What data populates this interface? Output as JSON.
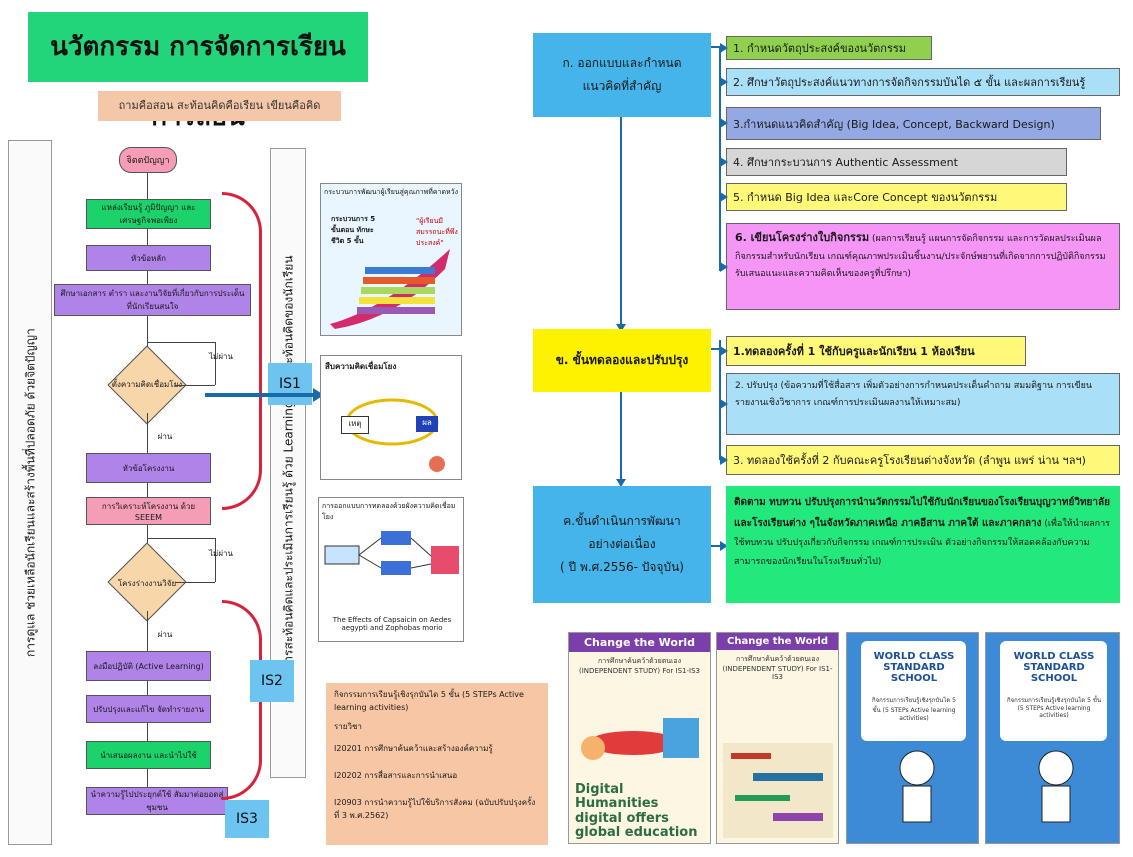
{
  "title": "นวัตกรรม การจัดการเรียนการสอน",
  "subtitle": "ถามคือสอน  สะท้อนคิดคือเรียน  เขียนคือคิด",
  "left_vertical_label": "การดูแล ช่วยเหลือนักเรียนและสร้างพื้นที่ปลอดภัย ด้วยจิตปัญญา",
  "mid_vertical_label": "การสะท้อนคิดและประเมินการเรียนรู้ ด้วย Learning Log ตะท้อนคิดของนักเรียน",
  "flow": {
    "start": "จิตตปัญญา",
    "step1": "แหล่งเรียนรู้ ภูมิปัญญา และเศรษฐกิจพอเพียง",
    "step2": "หัวข้อหลัก",
    "step3": "ศึกษาเอกสาร ตำรา และงานวิจัยที่เกี่ยวกับการประเด็นที่นักเรียนสนใจ",
    "decision1": "ตั้งความคิดเชื่อมโยง",
    "fail1": "ไม่ผ่าน",
    "pass1": "ผ่าน",
    "step4": "หัวข้อโครงงาน",
    "step5": "การวิเคราะห์โครงงาน ด้วย SEEEM",
    "decision2": "โครงร่างงานวิจัย",
    "fail2": "ไม่ผ่าน",
    "pass2": "ผ่าน",
    "step6": "ลงมือปฏิบัติ (Active Learning)",
    "step7": "ปรับปรุงและแก้ไข จัดทำรายงาน",
    "step8": "นำเสนอผลงาน และนำไปใช้",
    "step9": "นำความรู้ไปประยุกต์ใช้ สัมมาต่อยอดสู่ชุมชน"
  },
  "is_labels": [
    "IS1",
    "IS2",
    "IS3"
  ],
  "mini_panels": {
    "p1_title": "กระบวนการพัฒนาผู้เรียนสู่คุณภาพที่คาดหวัง",
    "p1_steps": "กระบวนการ 5 ขั้นตอน ทักษะชีวิต 5 ขั้น",
    "p1_quote": "\"ผู้เรียนมีสมรรถนะที่พึงประสงค์\"",
    "p2_title": "สืบความคิดเชื่อมโยง",
    "p2_cause": "เหตุ",
    "p2_effect": "ผล",
    "p3_title": "การออกแบบการทดลองด้วยผังความคิดเชื่อมโยง",
    "p3_caption": "The Effects of Capsaicin on Aedes aegypti and Zophobas morio"
  },
  "activity_box": {
    "heading": "กิจกรรมการเรียนรู้เชิงรุกบันได 5 ขั้น (5 STEPs Active learning activities)",
    "sub": "รายวิชา",
    "line1": "I20201  การศึกษาค้นคว้าและสร้างองค์ความรู้",
    "line2": "I20202  การสื่อสารและการนำเสนอ",
    "line3": "I20903  การนำความรู้ไปใช้บริการสังคม  (ฉบับปรับปรุงครั้งที่ 3 พ.ศ.2562)"
  },
  "right": {
    "section_a": "ก.    ออกแบบและกำหนด\nแนวคิดที่สำคัญ",
    "a1": "1. กำหนดวัตถุประสงค์ของนวัตกรรม",
    "a2": "2. ศึกษาวัตถุประสงค์แนวทางการจัดกิจกรรมบันได ๕ ขั้น และผลการเรียนรู้",
    "a3": "3.กำหนดแนวคิดสำคัญ (Big Idea, Concept, Backward Design)",
    "a4": "4. ศึกษากระบวนการ Authentic Assessment",
    "a5": "5. กำหนด Big Idea และCore Concept ของนวัตกรรม",
    "a6_title": "6. เขียนโครงร่างใบกิจกรรม",
    "a6_body": "(ผลการเรียนรู้ แผนการจัดกิจกรรม และการวัดผลประเมินผล กิจกรรมสำหรับนักเรียน เกณฑ์คุณภาพประเมินชิ้นงาน/ประจักษ์พยานที่เกิดจากการปฏิบัติกิจกรรม รับเสนอแนะและความคิดเห็นของครูที่ปรึกษา)",
    "section_b": "ข. ขั้นทดลองและปรับปรุง",
    "b1": "1.ทดลองครั้งที่ 1 ใช้กับครูและนักเรียน 1 ห้องเรียน",
    "b2": "2. ปรับปรุง (ข้อความที่ใช้สื่อสาร  เพิ่มตัวอย่างการกำหนดประเด็นคำถาม สมมติฐาน การเขียนรายงานเชิงวิชาการ เกณฑ์การประเมินผลงานให้เหมาะสม)",
    "b3": "3. ทดลองใช้ครั้งที่ 2 กับคณะครูโรงเรียนต่างจังหวัด (ลำพูน แพร่ น่าน ฯลฯ)",
    "section_c": "ค.ขั้นดำเนินการพัฒนา\nอย่างต่อเนื่อง\n( ปี พ.ศ.2556- ปัจจุบัน)",
    "c1_title": "ติดตาม ทบทวน ปรับปรุงการนำนวัตกรรมไปใช้กับนักเรียนของโรงเรียนบุญวาทย์วิทยาลัย และโรงเรียนต่าง ๆในจังหวัดภาคเหนือ ภาคอีสาน ภาคใต้ และภาคกลาง",
    "c1_body": "(เพื่อให้นำผลการใช้ทบทวน ปรับปรุงเกี่ยวกับกิจกรรม เกณฑ์การประเมิน ตัวอย่างกิจกรรมให้สอดคล้องกับความสามารถของนักเรียนในโรงเรียนทั่วไป)"
  },
  "covers": {
    "c1": "Change the World",
    "c2": "Change the World",
    "c1_sub": "การศึกษาค้นคว้าด้วยตนเอง (INDEPENDENT STUDY) For IS1-IS3",
    "c2_sub": "การศึกษาค้นคว้าด้วยตนเอง (INDEPENDENT STUDY) For IS1-IS3",
    "wc1": "WORLD CLASS STANDARD SCHOOL",
    "wc2": "WORLD CLASS STANDARD SCHOOL",
    "wc_sub1": "กิจกรรมการเรียนรู้เชิงรุกบันได 5 ขั้น (5 STEPs Active learning activities)",
    "wc_sub2": "กิจกรรมการเรียนรู้เชิงรุกบันได 5 ขั้น (5 STEPs Active learning activities)",
    "words": "Digital Humanities digital offers global education"
  },
  "colors": {
    "title_green": "#22d47a",
    "section_blue": "#44b4ea",
    "section_yellow": "#fff200",
    "arrow_blue": "#1b6aa8",
    "brace_red": "#d6223a"
  }
}
